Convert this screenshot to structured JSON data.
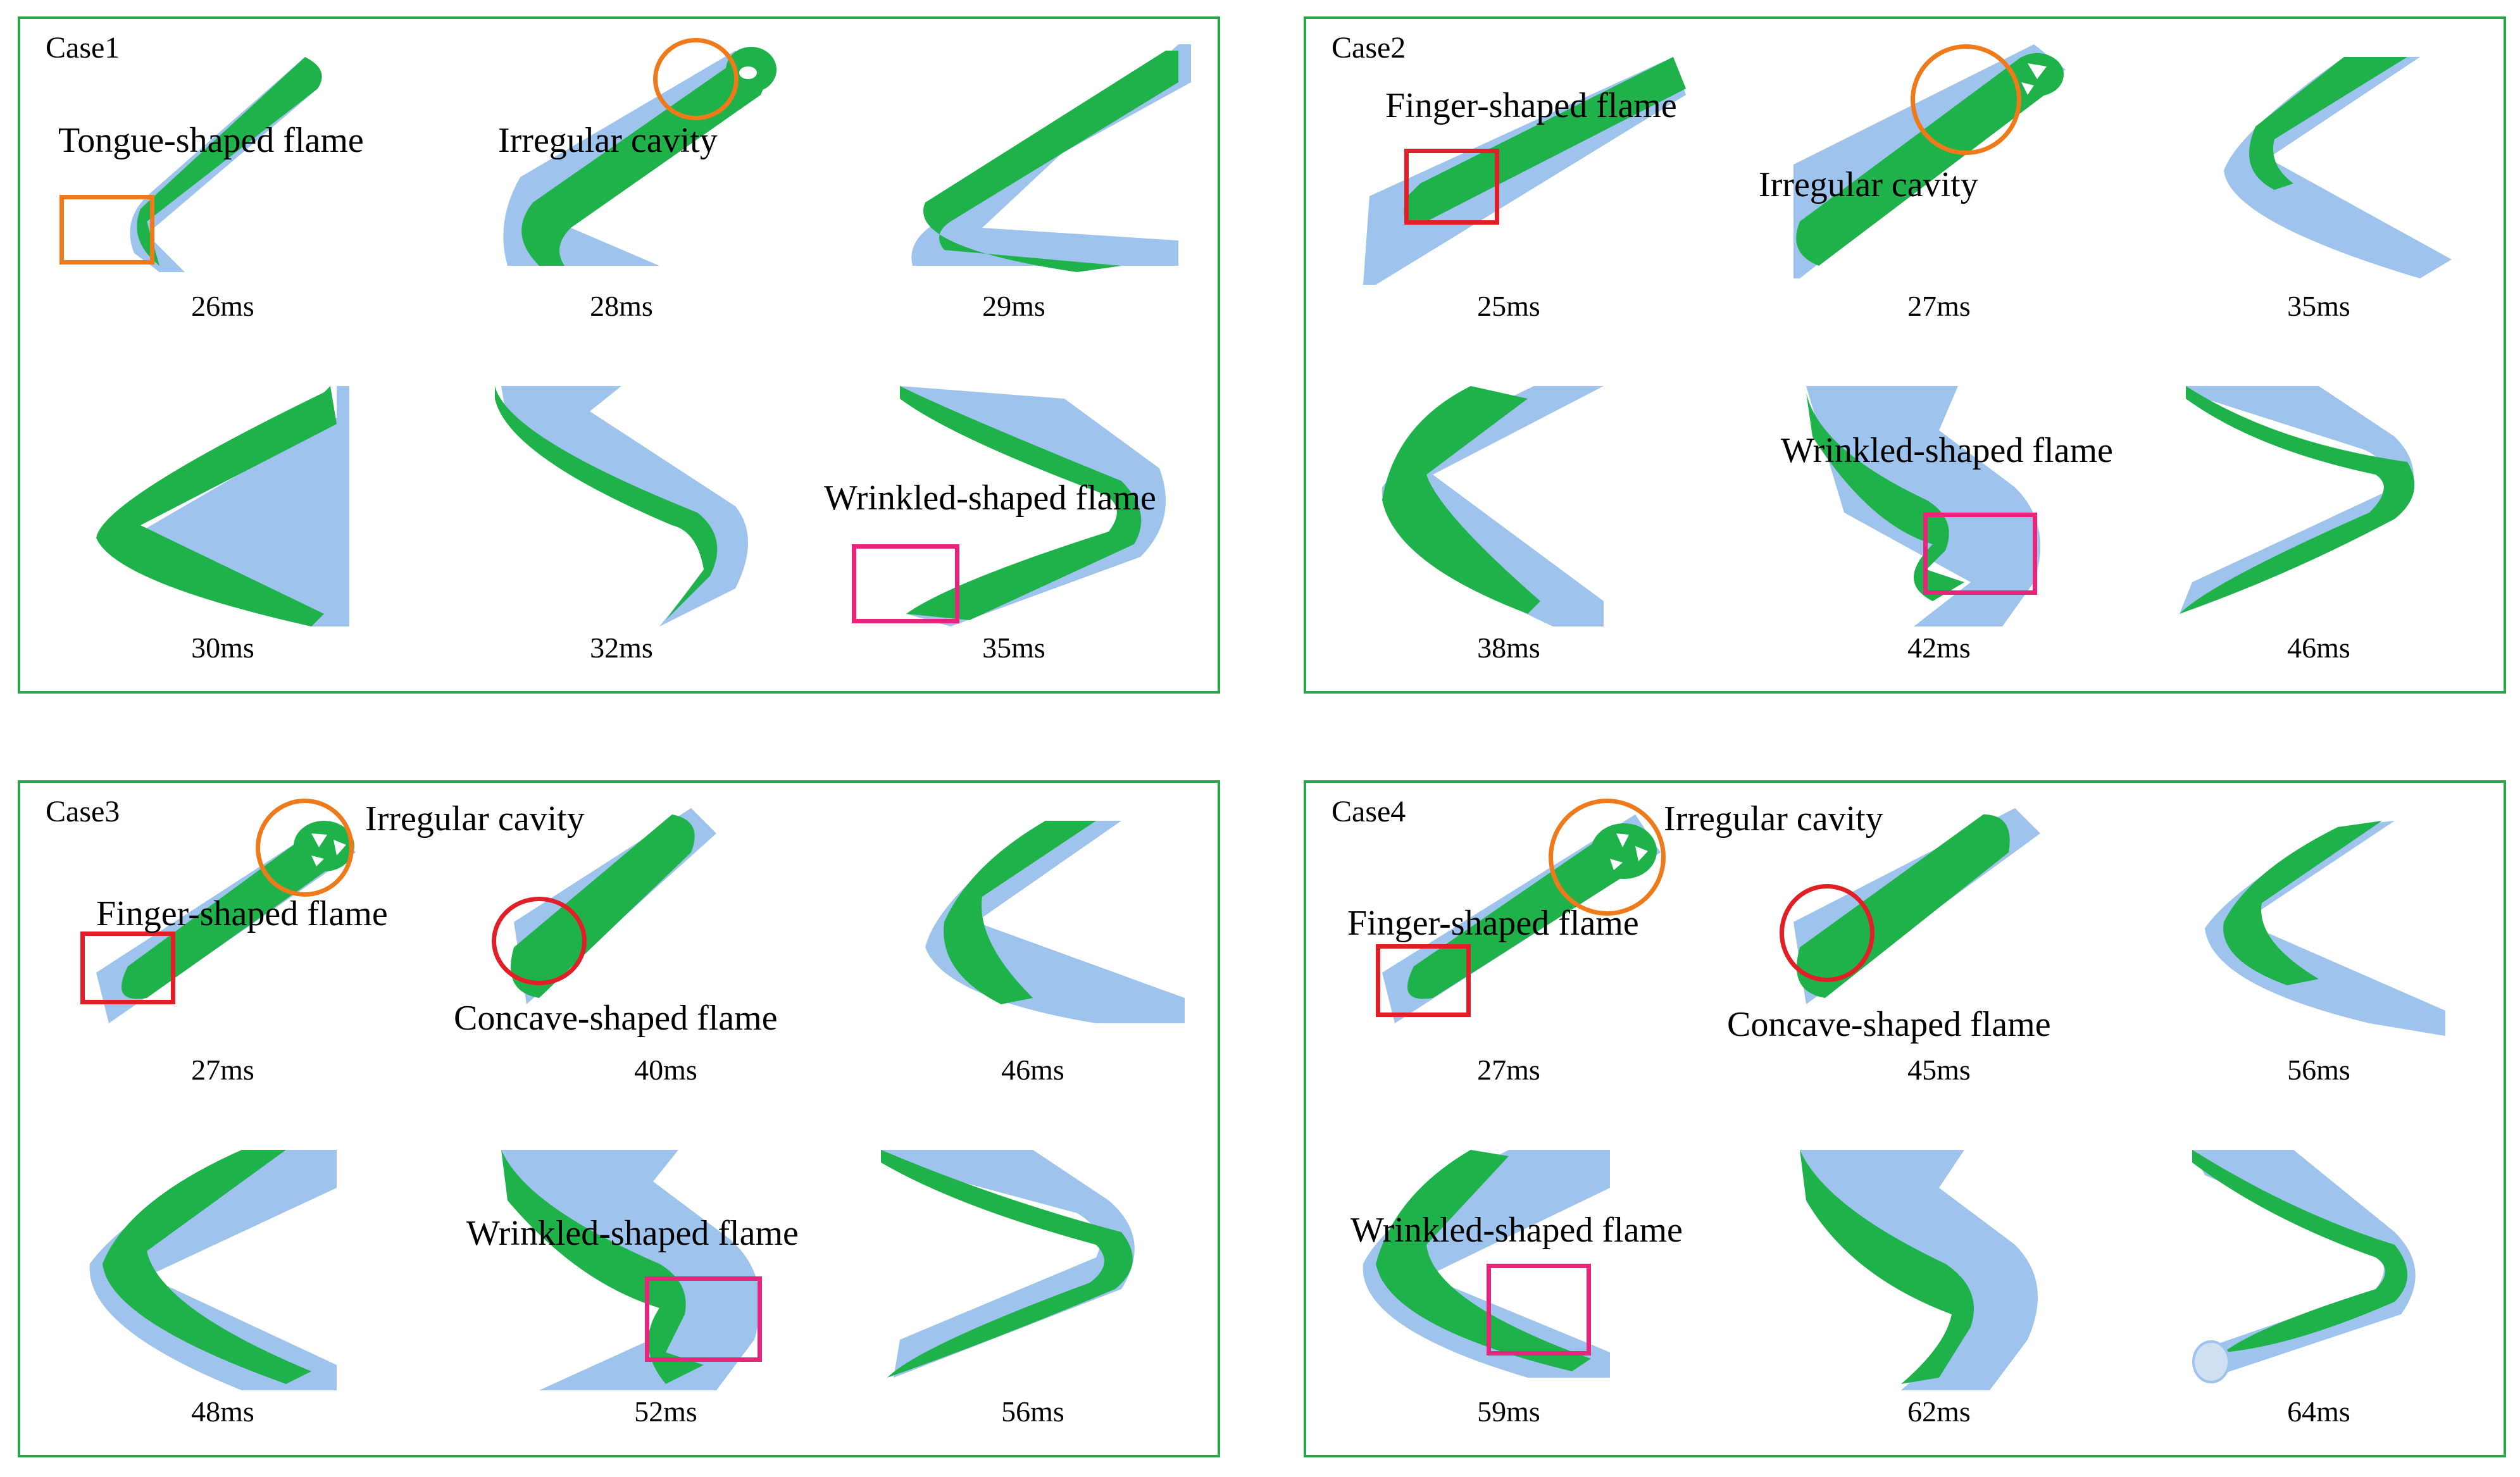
{
  "colors": {
    "panel_border": "#2aa648",
    "flame": "#1fb24a",
    "flame_dark": "#118a33",
    "pipe": "#9ec3ec",
    "pipe_dark": "#7fa9dd",
    "orange": "#ef7a1a",
    "red": "#e21f26",
    "magenta": "#e8257a"
  },
  "panels": [
    {
      "case": "Case1",
      "times": [
        "26ms",
        "28ms",
        "29ms",
        "30ms",
        "32ms",
        "35ms"
      ],
      "annotations": [
        "Tongue-shaped flame",
        "Irregular cavity",
        "Wrinkled-shaped flame"
      ]
    },
    {
      "case": "Case2",
      "times": [
        "25ms",
        "27ms",
        "35ms",
        "38ms",
        "42ms",
        "46ms"
      ],
      "annotations": [
        "Finger-shaped flame",
        "Irregular cavity",
        "Wrinkled-shaped flame"
      ]
    },
    {
      "case": "Case3",
      "times": [
        "27ms",
        "40ms",
        "46ms",
        "48ms",
        "52ms",
        "56ms"
      ],
      "annotations": [
        "Irregular cavity",
        "Finger-shaped flame",
        "Concave-shaped flame",
        "Wrinkled-shaped flame"
      ]
    },
    {
      "case": "Case4",
      "times": [
        "27ms",
        "45ms",
        "56ms",
        "59ms",
        "62ms",
        "64ms"
      ],
      "annotations": [
        "Irregular cavity",
        "Finger-shaped flame",
        "Concave-shaped flame",
        "Wrinkled-shaped flame"
      ]
    }
  ]
}
